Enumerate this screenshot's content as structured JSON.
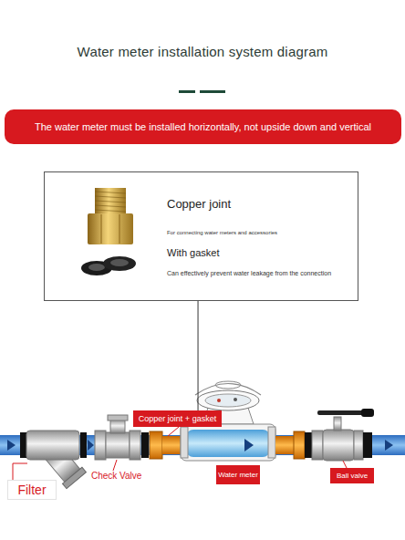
{
  "diagram": {
    "title": "Water meter installation system diagram",
    "nodes": [
      {
        "text": [
          "The water meter must be installed horizontally, not upside down and vertical"
        ]
      },
      {
        "text": [
          "Copper joint",
          "For connecting water meters and accessories",
          "With gasket",
          "Can effectively prevent water leakage from the connection"
        ]
      },
      {
        "text": [
          "Copper joint + gasket"
        ]
      },
      {
        "text": [
          "Water meter"
        ]
      },
      {
        "text": [
          "Ball valve"
        ]
      },
      {
        "text": [
          "Filter"
        ]
      }
    ],
    "edges": [
      {
        "from": 1,
        "to": 2,
        "arrow": "none"
      }
    ],
    "labels": [
      "Check Valve"
    ]
  }
}
